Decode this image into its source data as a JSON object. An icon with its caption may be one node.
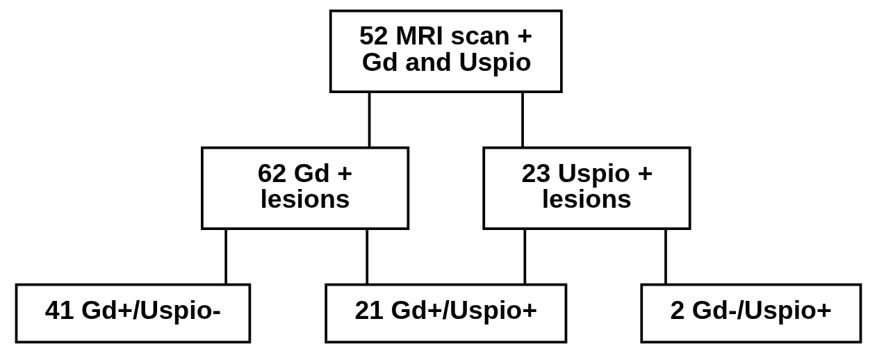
{
  "diagram": {
    "nodes": [
      {
        "text": [
          "52 MRI scan + Gd and Uspio"
        ]
      },
      {
        "text": [
          "62 Gd + lesions"
        ]
      },
      {
        "text": [
          "23 Uspio + lesions"
        ]
      },
      {
        "text": [
          "41 Gd+/Uspio-"
        ]
      },
      {
        "text": [
          "21 Gd+/Uspio+"
        ]
      },
      {
        "text": [
          "2 Gd-/Uspio+"
        ]
      }
    ],
    "edges": [
      {
        "from": 0,
        "to": 1,
        "arrow": "none"
      },
      {
        "from": 0,
        "to": 2,
        "arrow": "none"
      },
      {
        "from": 1,
        "to": 3,
        "arrow": "none"
      },
      {
        "from": 1,
        "to": 4,
        "arrow": "none"
      },
      {
        "from": 2,
        "to": 4,
        "arrow": "none"
      },
      {
        "from": 2,
        "to": 5,
        "arrow": "none"
      }
    ]
  }
}
